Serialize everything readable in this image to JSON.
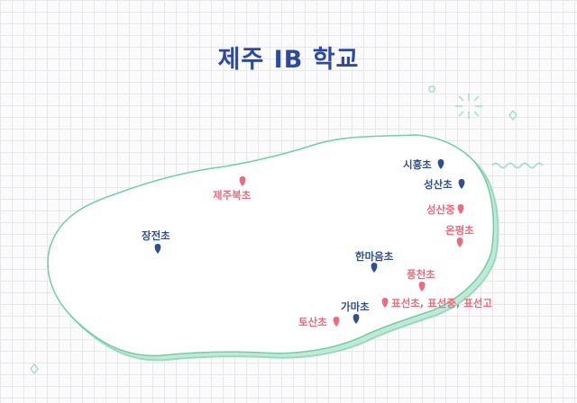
{
  "title": "제주 IB 학교",
  "colors": {
    "title": "#2e4a9e",
    "elementary_school_marker": "#2f4f8f",
    "elementary_school_label": "#2f4f8f",
    "other_school_marker": "#ec6b7d",
    "other_school_label": "#ec6b7d",
    "coastline": "#6fcfa6",
    "island_fill": "#ffffff",
    "decor": "#9fd9c8"
  },
  "schools": [
    {
      "name": "제주북초",
      "group": "pink"
    },
    {
      "name": "장전초",
      "group": "blue"
    },
    {
      "name": "시흥초",
      "group": "blue"
    },
    {
      "name": "성산초",
      "group": "blue"
    },
    {
      "name": "성산중",
      "group": "pink"
    },
    {
      "name": "온평초",
      "group": "pink"
    },
    {
      "name": "한마음초",
      "group": "blue"
    },
    {
      "name": "풍천초",
      "group": "pink"
    },
    {
      "name": "표선초, 표선중, 표선고",
      "group": "pink"
    },
    {
      "name": "가마초",
      "group": "blue"
    },
    {
      "name": "토산초",
      "group": "pink"
    }
  ]
}
